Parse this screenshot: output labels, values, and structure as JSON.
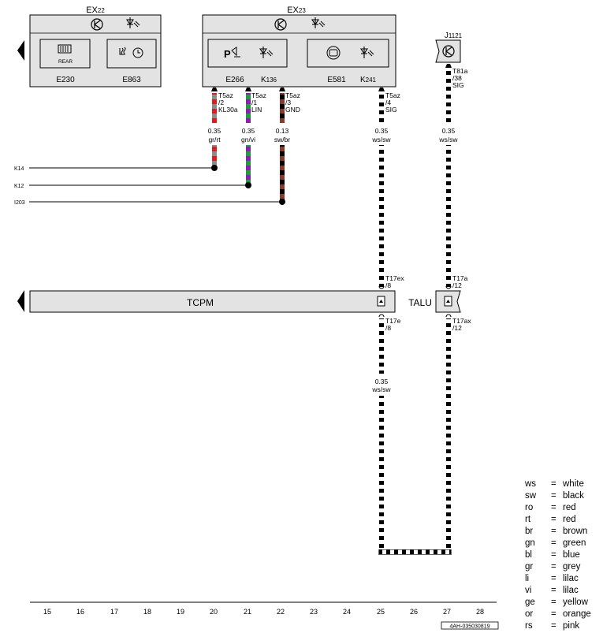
{
  "modules": {
    "ex22": {
      "title": "EX",
      "title_sub": "22",
      "left_component": "E230",
      "right_component": "E863",
      "rear_text": "REAR"
    },
    "ex23": {
      "title": "EX",
      "title_sub": "23",
      "c1": "E266",
      "c2_main": "K",
      "c2_sub": "136",
      "c3": "E581",
      "c4_main": "K",
      "c4_sub": "241"
    },
    "j1121": {
      "title": "J",
      "title_sub": "1121"
    }
  },
  "connectors": [
    {
      "name": "T5az",
      "pin": "/2",
      "signal": "KL30a",
      "gauge": "0.35",
      "color": "gr/rt"
    },
    {
      "name": "T5az",
      "pin": "/1",
      "signal": "LIN",
      "gauge": "0.35",
      "color": "gn/vi"
    },
    {
      "name": "T5az",
      "pin": "/3",
      "signal": "GND",
      "gauge": "0.13",
      "color": "sw/br"
    },
    {
      "name": "T5az",
      "pin": "/4",
      "signal": "SIG",
      "gauge": "0.35",
      "color": "ws/sw"
    },
    {
      "name": "T81a",
      "pin": "/38",
      "signal": "SIG",
      "gauge": "0.35",
      "color": "ws/sw"
    }
  ],
  "side_refs": [
    "K14",
    "K12",
    "I203"
  ],
  "bus": {
    "tcpm": "TCPM",
    "talu": "TALU",
    "t17ex": {
      "name": "T17ex",
      "pin": "/8"
    },
    "t17e": {
      "name": "T17e",
      "pin": "/8"
    },
    "t17a": {
      "name": "T17a",
      "pin": "/12"
    },
    "t17ax": {
      "name": "T17ax",
      "pin": "/12"
    }
  },
  "lower_wire": {
    "gauge": "0.35",
    "color": "ws/sw"
  },
  "scale": [
    "15",
    "16",
    "17",
    "18",
    "19",
    "20",
    "21",
    "22",
    "23",
    "24",
    "25",
    "26",
    "27",
    "28"
  ],
  "doc_id": "4AH-035030819",
  "legend": [
    {
      "code": "ws",
      "name": "white"
    },
    {
      "code": "sw",
      "name": "black"
    },
    {
      "code": "ro",
      "name": "red"
    },
    {
      "code": "rt",
      "name": "red"
    },
    {
      "code": "br",
      "name": "brown"
    },
    {
      "code": "gn",
      "name": "green"
    },
    {
      "code": "bl",
      "name": "blue"
    },
    {
      "code": "gr",
      "name": "grey"
    },
    {
      "code": "li",
      "name": "lilac"
    },
    {
      "code": "vi",
      "name": "lilac"
    },
    {
      "code": "ge",
      "name": "yellow"
    },
    {
      "code": "or",
      "name": "orange"
    },
    {
      "code": "rs",
      "name": "pink"
    }
  ],
  "colors": {
    "module_fill": "#e3e3e3",
    "black": "#000000",
    "red": "#e01b1b",
    "grey": "#8c8c8c",
    "green": "#1d9e3a",
    "violet": "#8a1fb0",
    "brown": "#8b3a2a",
    "white": "#ffffff"
  }
}
